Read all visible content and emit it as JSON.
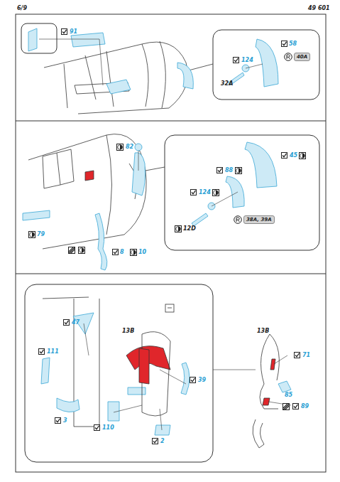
{
  "diagram": {
    "nodes": [
      {
        "text": [
          "40A"
        ]
      },
      {
        "text": [
          "38A, 39A"
        ]
      }
    ],
    "labels": [
      "6/9",
      "49 601",
      "91",
      "58",
      "124",
      "32A",
      "82",
      "45",
      "88",
      "124",
      "12D",
      "79",
      "8",
      "10",
      "47",
      "111",
      "13B",
      "39",
      "3",
      "110",
      "2",
      "13B",
      "71",
      "85",
      "89"
    ]
  }
}
